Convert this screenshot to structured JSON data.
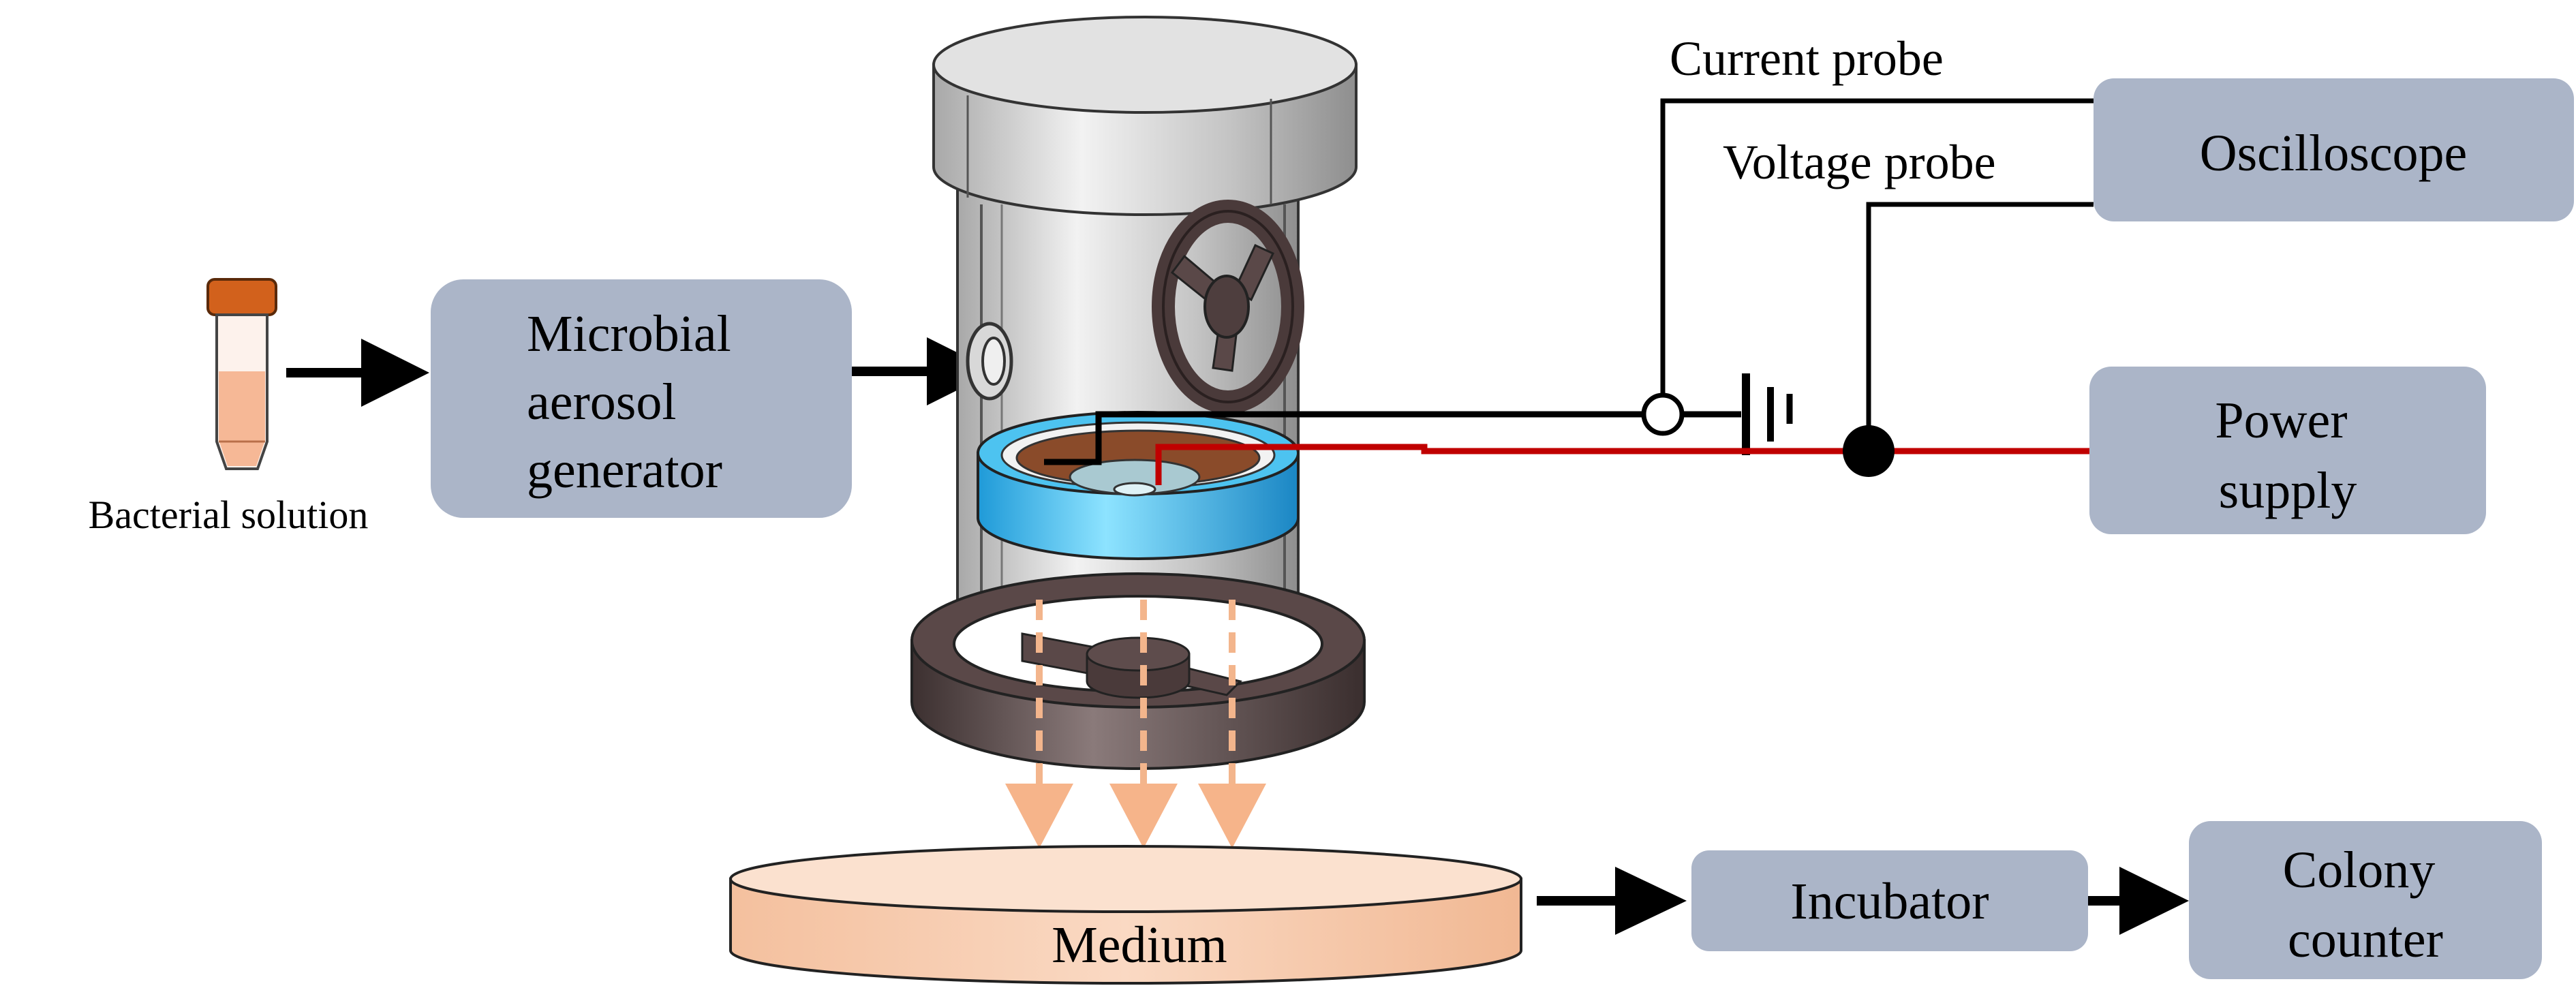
{
  "labels": {
    "bacterial_solution": "Bacterial solution",
    "aerosol_generator": [
      "Microbial",
      "aerosol",
      "generator"
    ],
    "current_probe": "Current probe",
    "voltage_probe": "Voltage probe",
    "oscilloscope": "Oscilloscope",
    "power_supply": [
      "Power",
      "supply"
    ],
    "medium": "Medium",
    "incubator": "Incubator",
    "colony_counter": [
      "Colony",
      "counter"
    ]
  },
  "colors": {
    "box_fill": "#abb5c8",
    "arrow": "#000000",
    "high_voltage_wire": "#c00000",
    "ground_wire": "#000000",
    "dielectric_ring": "#29aee6",
    "chamber_metal": "#d2d2d2",
    "stand_brown": "#4a3a3a",
    "aerosol_flow": "#f3b58c",
    "medium_fill": "#f7cbae",
    "tube_cap": "#d2611c",
    "tube_liquid": "#f6b896"
  },
  "icons": [
    "test-tube-icon",
    "chamber-cylinder",
    "sampler-stand",
    "dbd-reactor",
    "petri-dish",
    "ground-symbol"
  ]
}
